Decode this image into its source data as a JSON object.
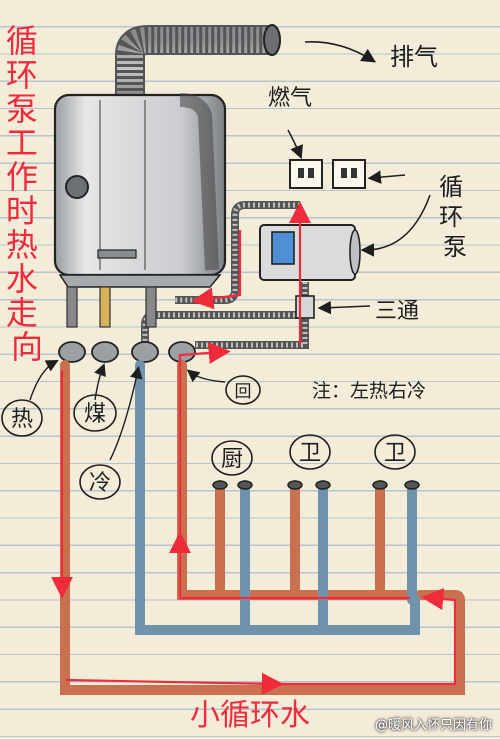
{
  "title_vertical": "循环泵工作时热水走向",
  "labels": {
    "exhaust": "排气",
    "gas": "燃气",
    "pump": "循环泵",
    "tee": "三通",
    "return": "回",
    "hot": "热",
    "gas_pipe": "煤",
    "cold": "冷",
    "note": "注：左热右冷",
    "kitchen": "厨",
    "bath1": "卫",
    "bath2": "卫"
  },
  "footer_title": "小循环水",
  "watermark": "@暖风入怀只因有你",
  "colors": {
    "hot_pipe": "#c9704e",
    "cold_pipe": "#6f93ad",
    "flow_arrow": "#ef2b3c",
    "heater_body": "#d3d5d7",
    "ink": "#1e1e1e",
    "paper": "#f3ecd9"
  }
}
